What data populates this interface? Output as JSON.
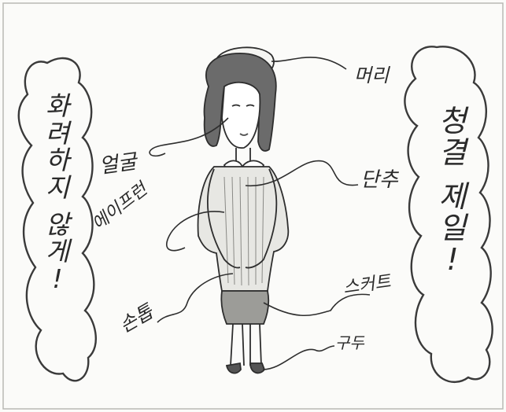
{
  "illustration": {
    "left_bubble_text": [
      "화",
      "려",
      "하",
      "지",
      "",
      "않",
      "게",
      "!"
    ],
    "right_bubble_text": [
      "청",
      "결",
      "",
      "제",
      "일",
      "!"
    ],
    "labels": {
      "hair": "머리",
      "face": "얼굴",
      "apron": "에이프런",
      "button": "단추",
      "skirt": "스커트",
      "hands": "손톱",
      "shoes": "구두"
    }
  }
}
